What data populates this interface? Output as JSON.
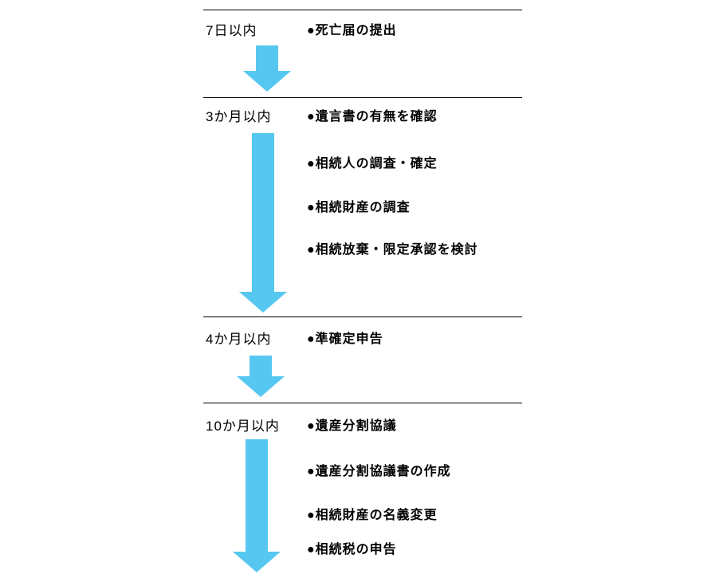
{
  "diagram": {
    "title": "inheritance-procedure-timeline",
    "arrow_color": "#56c7f0",
    "sections": [
      {
        "label": "7日以内",
        "items": [
          "●死亡届の提出"
        ]
      },
      {
        "label": "3か月以内",
        "items": [
          "●遺言書の有無を確認",
          "●相続人の調査・確定",
          "●相続財産の調査",
          "●相続放棄・限定承認を検討"
        ]
      },
      {
        "label": "4か月以内",
        "items": [
          "●準確定申告"
        ]
      },
      {
        "label": "10か月以内",
        "items": [
          "●遺産分割協議",
          "●遺産分割協議書の作成",
          "●相続財産の名義変更",
          "●相続税の申告"
        ]
      }
    ]
  }
}
